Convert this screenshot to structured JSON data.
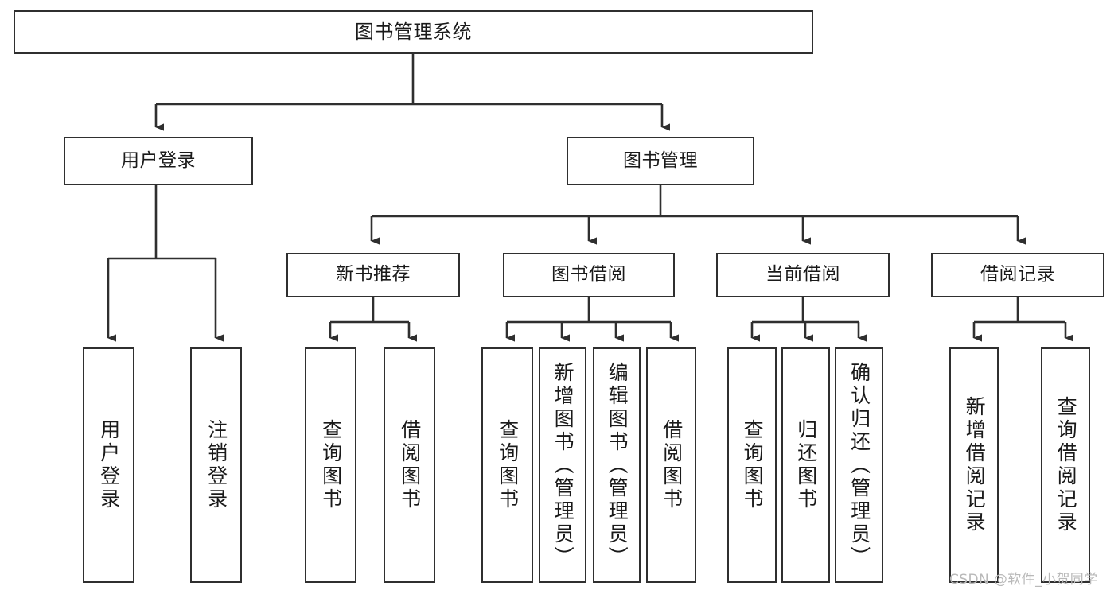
{
  "diagram": {
    "title": "图书管理系统",
    "type": "hierarchical-tree",
    "nodes": {
      "root": {
        "label": "图书管理系统"
      },
      "level2": [
        {
          "label": "用户登录"
        },
        {
          "label": "图书管理"
        }
      ],
      "level3": [
        {
          "label": "新书推荐"
        },
        {
          "label": "图书借阅"
        },
        {
          "label": "当前借阅"
        },
        {
          "label": "借阅记录"
        }
      ],
      "leaves_user_login": [
        {
          "label": "用户登录"
        },
        {
          "label": "注销登录"
        }
      ],
      "leaves_new_book": [
        {
          "label": "查询图书"
        },
        {
          "label": "借阅图书"
        }
      ],
      "leaves_borrow": [
        {
          "label": "查询图书"
        },
        {
          "label": "新增图书（管理员）"
        },
        {
          "label": "编辑图书（管理员）"
        },
        {
          "label": "借阅图书"
        }
      ],
      "leaves_current": [
        {
          "label": "查询图书"
        },
        {
          "label": "归还图书"
        },
        {
          "label": "确认归还（管理员）"
        }
      ],
      "leaves_records": [
        {
          "label": "新增借阅记录"
        },
        {
          "label": "查询借阅记录"
        }
      ]
    }
  },
  "watermark": {
    "text": "CSDN @软件_小贺同学"
  },
  "colors": {
    "stroke": "#2f2f2f",
    "background": "#ffffff",
    "text": "#1a1a1a",
    "watermark": "#b9b9b9"
  }
}
